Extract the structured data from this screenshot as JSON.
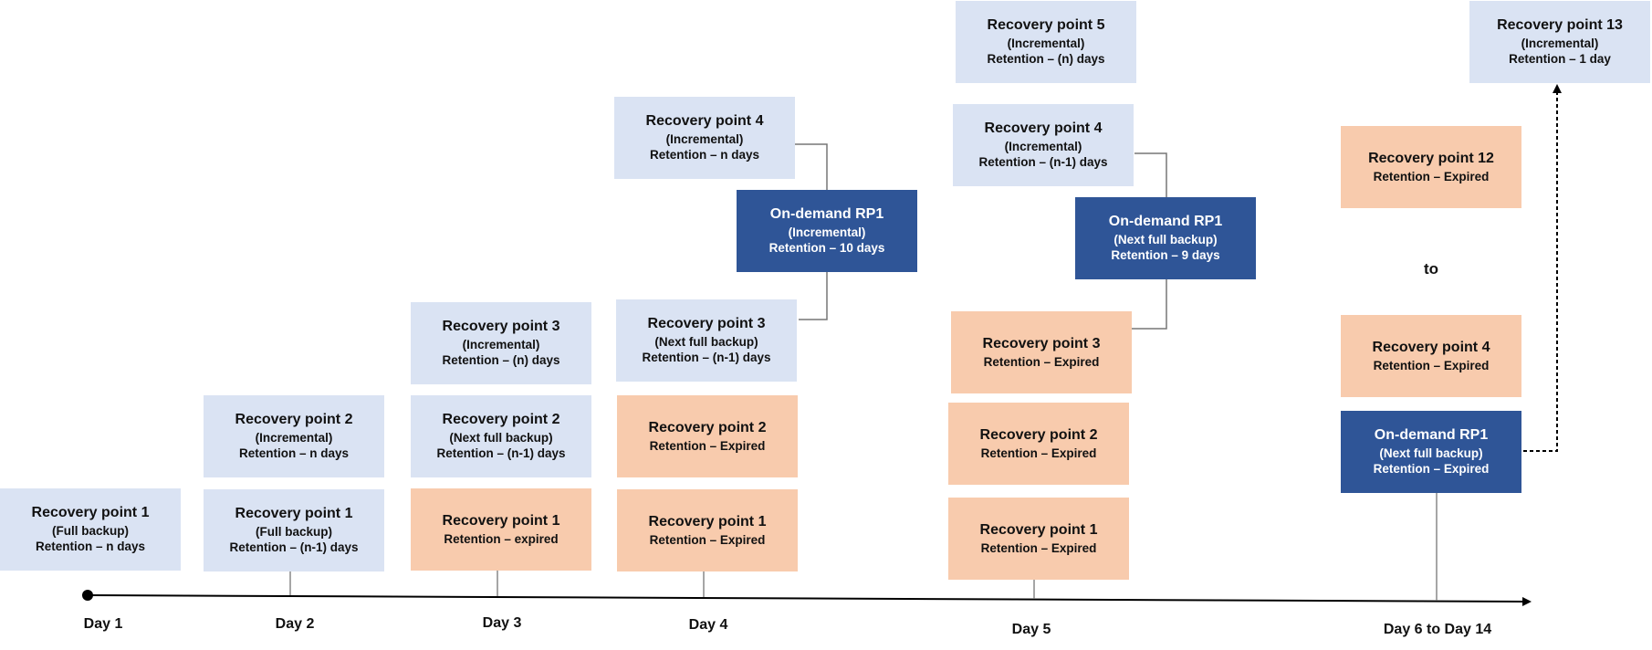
{
  "days": [
    "Day 1",
    "Day 2",
    "Day 3",
    "Day 4",
    "Day 5",
    "Day 6 to Day 14"
  ],
  "to_label": "to",
  "colors": {
    "light": "#dae3f3",
    "peach": "#f8cbad",
    "navy": "#2f5597"
  },
  "boxes": {
    "d1_rp1": {
      "title": "Recovery point 1",
      "lines": [
        "(Full backup)",
        "Retention – n days"
      ]
    },
    "d2_rp2": {
      "title": "Recovery point 2",
      "lines": [
        "(Incremental)",
        "Retention – n days"
      ]
    },
    "d2_rp1": {
      "title": "Recovery point 1",
      "lines": [
        "(Full backup)",
        "Retention – (n-1) days"
      ]
    },
    "d3_rp3": {
      "title": "Recovery point 3",
      "lines": [
        "(Incremental)",
        "Retention – (n) days"
      ]
    },
    "d3_rp2": {
      "title": "Recovery point 2",
      "lines": [
        "(Next full backup)",
        "Retention – (n-1) days"
      ]
    },
    "d3_rp1": {
      "title": "Recovery point 1",
      "lines": [
        "Retention – expired"
      ]
    },
    "d4_rp4": {
      "title": "Recovery point 4",
      "lines": [
        "(Incremental)",
        "Retention – n days"
      ]
    },
    "d4_od": {
      "title": "On-demand RP1",
      "lines": [
        "(Incremental)",
        "Retention – 10 days"
      ]
    },
    "d4_rp3": {
      "title": "Recovery point 3",
      "lines": [
        "(Next full backup)",
        "Retention – (n-1) days"
      ]
    },
    "d4_rp2": {
      "title": "Recovery point 2",
      "lines": [
        "Retention – Expired"
      ]
    },
    "d4_rp1": {
      "title": "Recovery point 1",
      "lines": [
        "Retention – Expired"
      ]
    },
    "d5_rp5": {
      "title": "Recovery point 5",
      "lines": [
        "(Incremental)",
        "Retention – (n) days"
      ]
    },
    "d5_rp4": {
      "title": "Recovery point 4",
      "lines": [
        "(Incremental)",
        "Retention – (n-1) days"
      ]
    },
    "d5_od": {
      "title": "On-demand RP1",
      "lines": [
        "(Next full backup)",
        "Retention – 9 days"
      ]
    },
    "d5_rp3": {
      "title": "Recovery point 3",
      "lines": [
        "Retention – Expired"
      ]
    },
    "d5_rp2": {
      "title": "Recovery point 2",
      "lines": [
        "Retention – Expired"
      ]
    },
    "d5_rp1": {
      "title": "Recovery point 1",
      "lines": [
        "Retention – Expired"
      ]
    },
    "d6_rp13": {
      "title": "Recovery point 13",
      "lines": [
        "(Incremental)",
        "Retention – 1 day"
      ]
    },
    "d6_rp12": {
      "title": "Recovery point 12",
      "lines": [
        "Retention – Expired"
      ]
    },
    "d6_rp4": {
      "title": "Recovery point 4",
      "lines": [
        "Retention – Expired"
      ]
    },
    "d6_od": {
      "title": "On-demand RP1",
      "lines": [
        "(Next full backup)",
        "Retention – Expired"
      ]
    }
  }
}
